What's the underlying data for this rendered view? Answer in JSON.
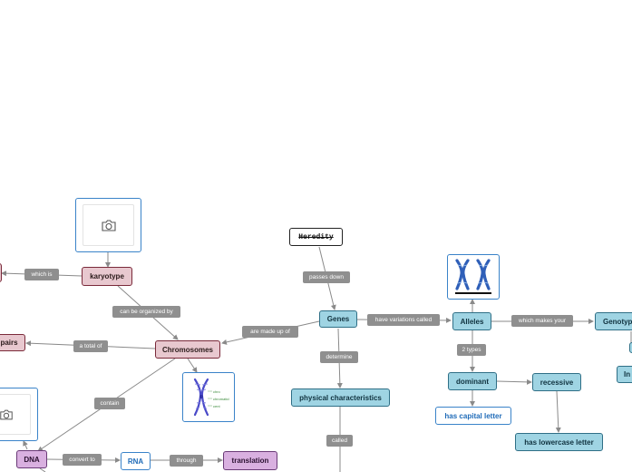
{
  "nodes": {
    "heredity": "Heredity",
    "genes": "Genes",
    "karyotype": "karyotype",
    "chromosomes": "Chromosomes",
    "pairs": "pairs",
    "alleles": "Alleles",
    "genotype": "Genotyp",
    "physical_characteristics": "physical characteristics",
    "dominant": "dominant",
    "recessive": "recessive",
    "has_capital_letter": "has capital letter",
    "has_lowercase_letter": "has lowercase letter",
    "dna": "DNA",
    "rna": "RNA",
    "translation": "translation",
    "partial_right": "In"
  },
  "labels": {
    "passes_down": "passes down",
    "have_variations_called": "have variations called",
    "which_makes_your": "which makes your",
    "two_types": "2 types",
    "determine": "determine",
    "called": "called",
    "are_made_up_of": "are made up of",
    "can_be_organized_by": "can be organized by",
    "which_is": "which is",
    "a_total_of": "a total of",
    "contain": "contain",
    "convert_to": "convert to",
    "through": "through"
  },
  "image_texts": {
    "chromosome_caption_1": "chro",
    "chromosome_caption_2": "chromatid",
    "chromosome_caption_3": "cent"
  },
  "colors": {
    "pink_node": "#e8c8cf",
    "blue_node": "#9fd4e3",
    "purple_node": "#d9b0e0",
    "label_bg": "#8f8f8f",
    "connector": "#8a8a8a",
    "link_blue": "#1f6bb8"
  },
  "icons": [
    "camera-icon",
    "camera-icon",
    "chromosome-image",
    "chromosome-pair-image"
  ]
}
